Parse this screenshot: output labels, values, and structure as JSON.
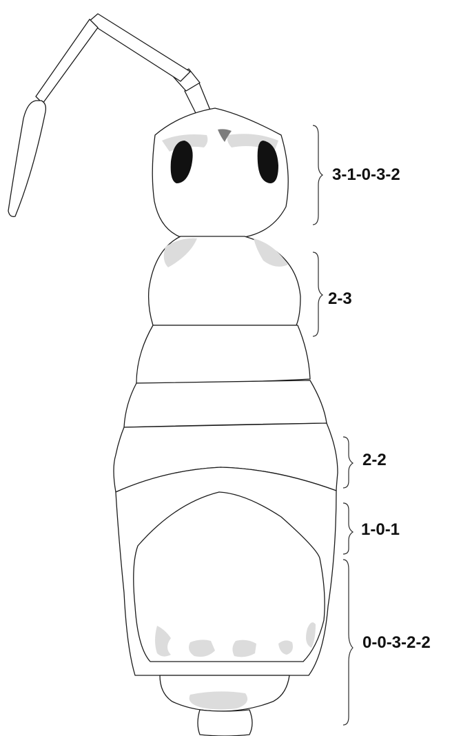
{
  "chaetotaxy_labels": [
    "3-1-0-3-2",
    "2-3",
    "2-2",
    "1-0-1",
    "0-0-3-2-2"
  ],
  "colors": {
    "outline": "#1a1a1a",
    "pigment_patch": "#dcdcdc",
    "eye_patch": "#111111",
    "ocellus": "#7c7c7c",
    "background": "#ffffff"
  }
}
